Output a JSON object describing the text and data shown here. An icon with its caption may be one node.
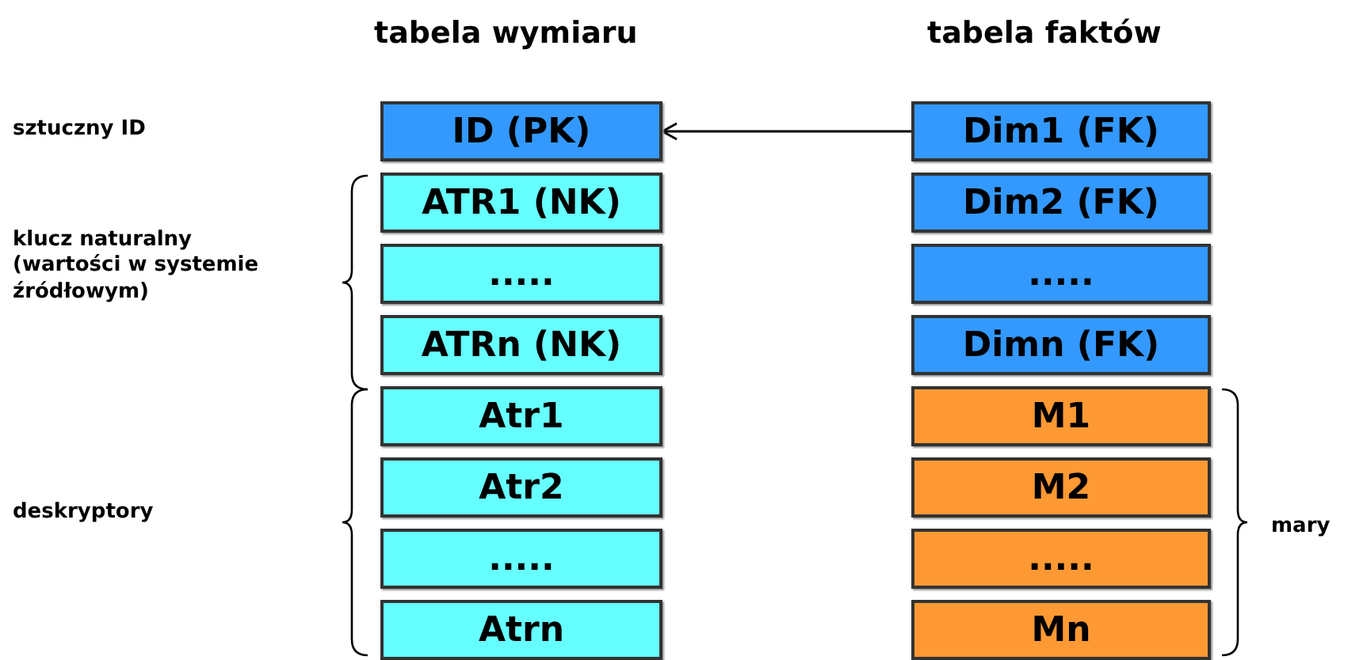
{
  "diagram": {
    "nodes": [
      {
        "text": [
          "ID (PK)"
        ]
      },
      {
        "text": [
          "ATR1 (NK)"
        ]
      },
      {
        "text": [
          "....."
        ]
      },
      {
        "text": [
          "ATRn (NK)"
        ]
      },
      {
        "text": [
          "Atr1"
        ]
      },
      {
        "text": [
          "Atr2"
        ]
      },
      {
        "text": [
          "....."
        ]
      },
      {
        "text": [
          "Atrn"
        ]
      },
      {
        "text": [
          "Dim1 (FK)"
        ]
      },
      {
        "text": [
          "Dim2 (FK)"
        ]
      },
      {
        "text": [
          "....."
        ]
      },
      {
        "text": [
          "Dimn (FK)"
        ]
      },
      {
        "text": [
          "M1"
        ]
      },
      {
        "text": [
          "M2"
        ]
      },
      {
        "text": [
          "....."
        ]
      },
      {
        "text": [
          "Mn"
        ]
      }
    ],
    "edges": [
      {
        "from": 8,
        "to": 0,
        "arrow": "to"
      }
    ],
    "labels": [
      "tabela wymiaru",
      "tabela faktów",
      "sztuczny ID",
      "klucz naturalny (wartości w systemie źródłowym)",
      "deskryptory",
      "mary"
    ]
  }
}
